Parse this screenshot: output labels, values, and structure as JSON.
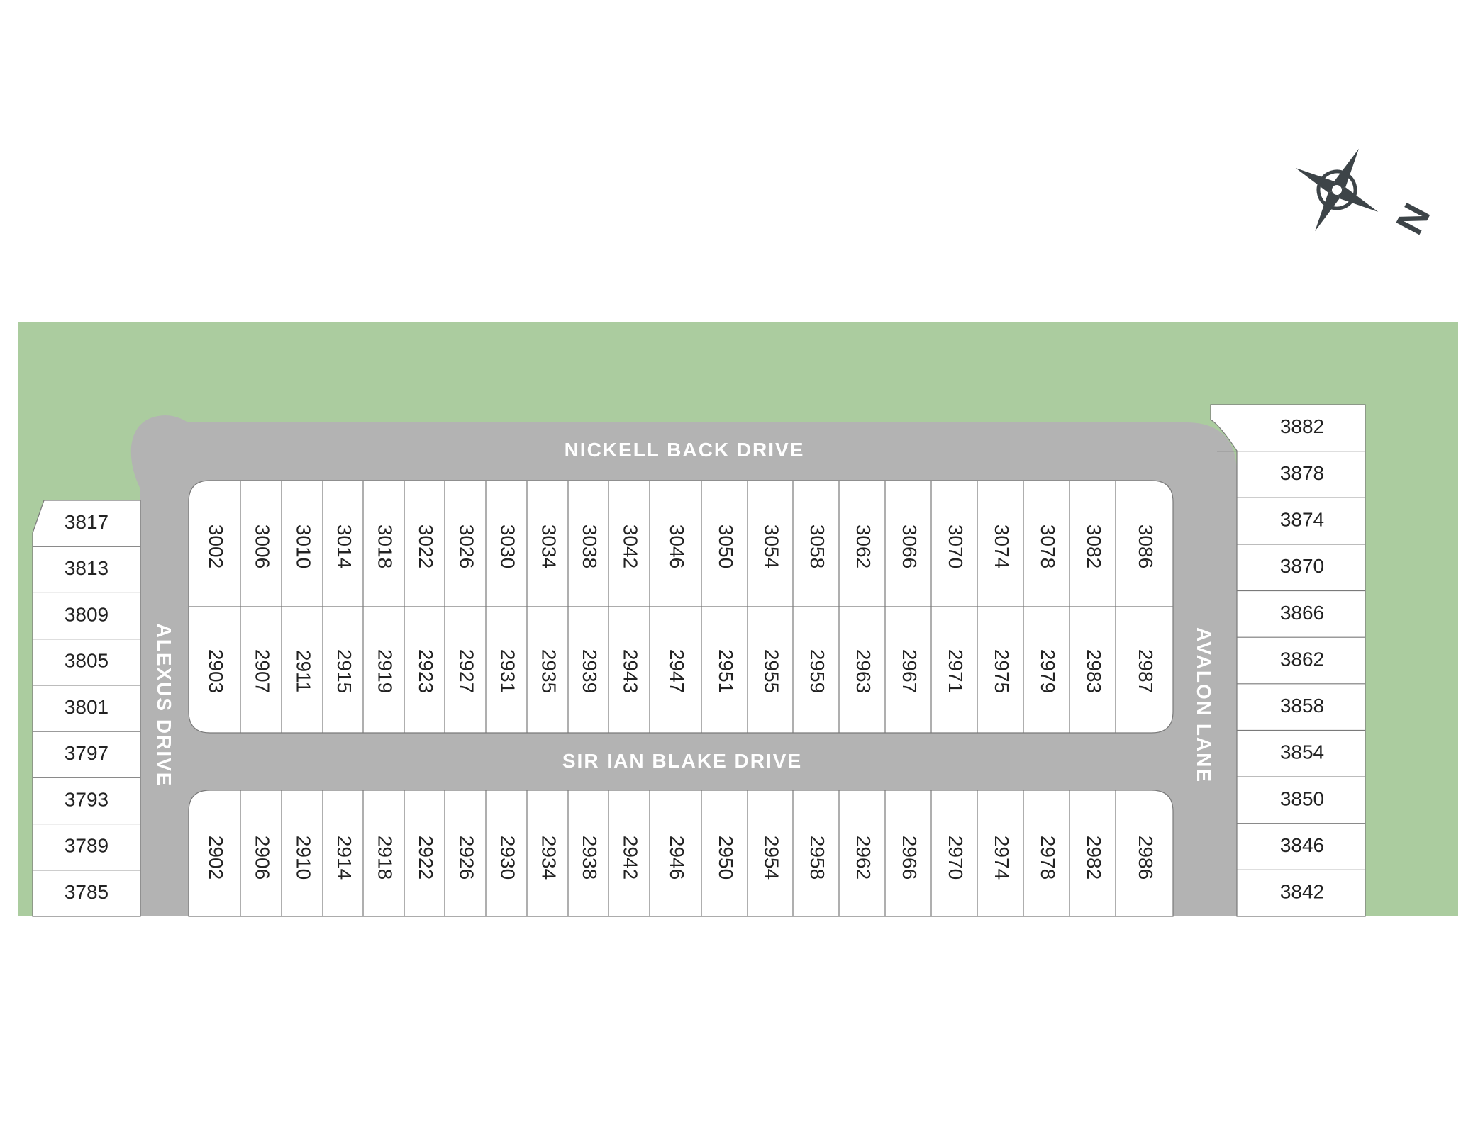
{
  "colors": {
    "green_space": "#abcc9f",
    "road": "#b3b3b3",
    "compass": "#3d4448",
    "lot_fill": "#ffffff",
    "lot_stroke": "#7a7a7a"
  },
  "compass": {
    "icon": "compass-rose-icon",
    "north_label": "N"
  },
  "streets": {
    "top": "NICKELL BACK DRIVE",
    "middle": "SIR IAN BLAKE DRIVE",
    "left": "ALEXUS DRIVE",
    "right": "AVALON LANE"
  },
  "lots": {
    "west_column": [
      "3817",
      "3813",
      "3809",
      "3805",
      "3801",
      "3797",
      "3793",
      "3789",
      "3785"
    ],
    "east_column": [
      "3882",
      "3878",
      "3874",
      "3870",
      "3866",
      "3862",
      "3858",
      "3854",
      "3850",
      "3846",
      "3842"
    ],
    "north_row_upper": [
      "3002",
      "3006",
      "3010",
      "3014",
      "3018",
      "3022",
      "3026",
      "3030",
      "3034",
      "3038",
      "3042",
      "3046",
      "3050",
      "3054",
      "3058",
      "3062",
      "3066",
      "3070",
      "3074",
      "3078",
      "3082",
      "3086"
    ],
    "north_row_lower": [
      "2903",
      "2907",
      "2911",
      "2915",
      "2919",
      "2923",
      "2927",
      "2931",
      "2935",
      "2939",
      "2943",
      "2947",
      "2951",
      "2955",
      "2959",
      "2963",
      "2967",
      "2971",
      "2975",
      "2979",
      "2983",
      "2987"
    ],
    "south_row": [
      "2902",
      "2906",
      "2910",
      "2914",
      "2918",
      "2922",
      "2926",
      "2930",
      "2934",
      "2938",
      "2942",
      "2946",
      "2950",
      "2954",
      "2958",
      "2962",
      "2966",
      "2970",
      "2974",
      "2978",
      "2982",
      "2986"
    ]
  }
}
